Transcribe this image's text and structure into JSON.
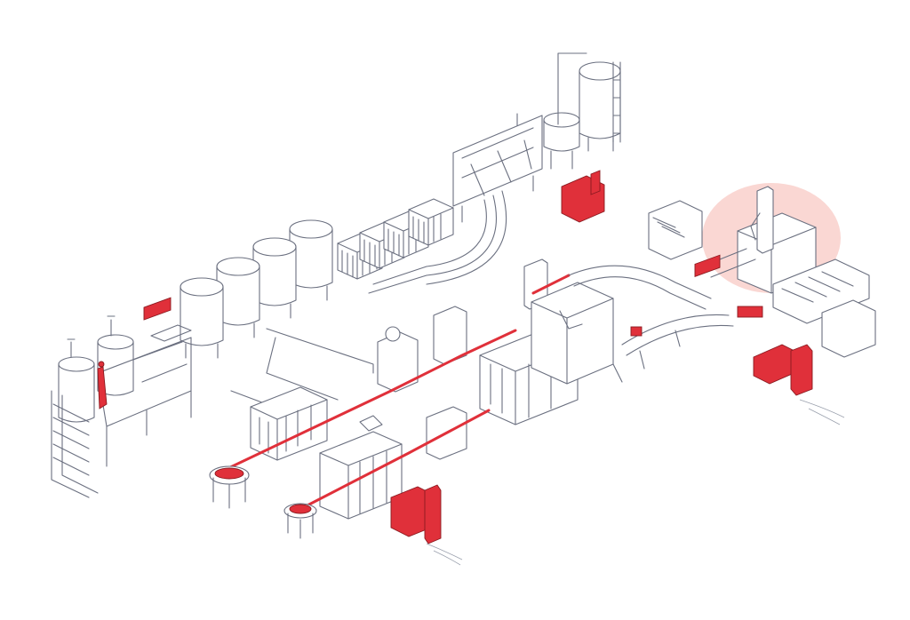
{
  "scene": {
    "background": "#ffffff",
    "line_color": "#6b7080",
    "accent_color": "#e0303a",
    "highlight_color": "#f6b7ae",
    "elements": [
      "storage-tanks",
      "ibc-totes",
      "mixing-tanks-platform",
      "filling-line-machines",
      "conveyor-belts",
      "robot-palletizer",
      "agv-forklifts",
      "accumulation-tables",
      "silo-tanks"
    ]
  }
}
